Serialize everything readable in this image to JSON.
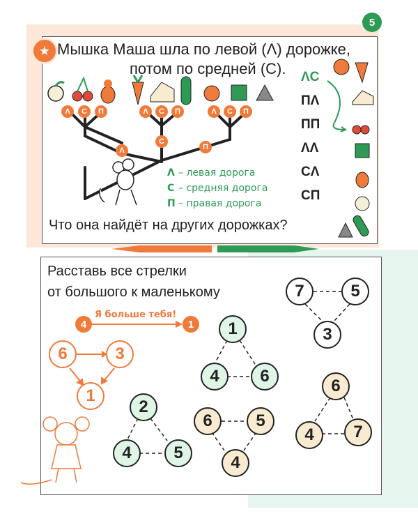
{
  "page_number": "5",
  "task1": {
    "line1": "Мышка Маша шла по левой (Λ) дорожке,",
    "line2": "потом по средней (С).",
    "question": "Что она найдёт на других дорожках?",
    "tree_labels": {
      "left": "Λ",
      "middle": "С",
      "right": "П"
    },
    "legend": [
      {
        "letter": "Λ",
        "text": "– левая  дорога"
      },
      {
        "letter": "С",
        "text": "– средняя  дорога"
      },
      {
        "letter": "П",
        "text": "– правая  дорога"
      }
    ],
    "codes": [
      "ΛС",
      "ПΛ",
      "ПП",
      "ΛΛ",
      "СΛ",
      "СП"
    ],
    "groups": [
      {
        "items": [
          "apple",
          "cherries",
          "pear"
        ]
      },
      {
        "items": [
          "carrot",
          "cheese",
          "cucumber"
        ]
      },
      {
        "items": [
          "orange-circle",
          "green-square",
          "gray-triangle"
        ]
      }
    ],
    "answers_icons": [
      "orange-circle+carrot",
      "cheese",
      "cherries",
      "green-square",
      "pear",
      "apple"
    ]
  },
  "task2": {
    "line1": "Расставь все стрелки",
    "line2": "от большого к маленькому",
    "example_label": "Я больше тебя!",
    "example_pair": [
      "4",
      "1"
    ],
    "example_triangle": [
      "6",
      "3",
      "1"
    ],
    "triangles": [
      {
        "color": "white",
        "values": [
          "7",
          "5",
          "3"
        ]
      },
      {
        "color": "green",
        "values": [
          "1",
          "4",
          "6"
        ]
      },
      {
        "color": "green",
        "values": [
          "2",
          "4",
          "5"
        ]
      },
      {
        "color": "cream",
        "values": [
          "6",
          "5",
          "4"
        ]
      },
      {
        "color": "cream",
        "values": [
          "6",
          "4",
          "7"
        ]
      }
    ]
  },
  "colors": {
    "accent_orange": "#f07a3a",
    "accent_green": "#2e9a55",
    "panel_border": "#555555"
  }
}
